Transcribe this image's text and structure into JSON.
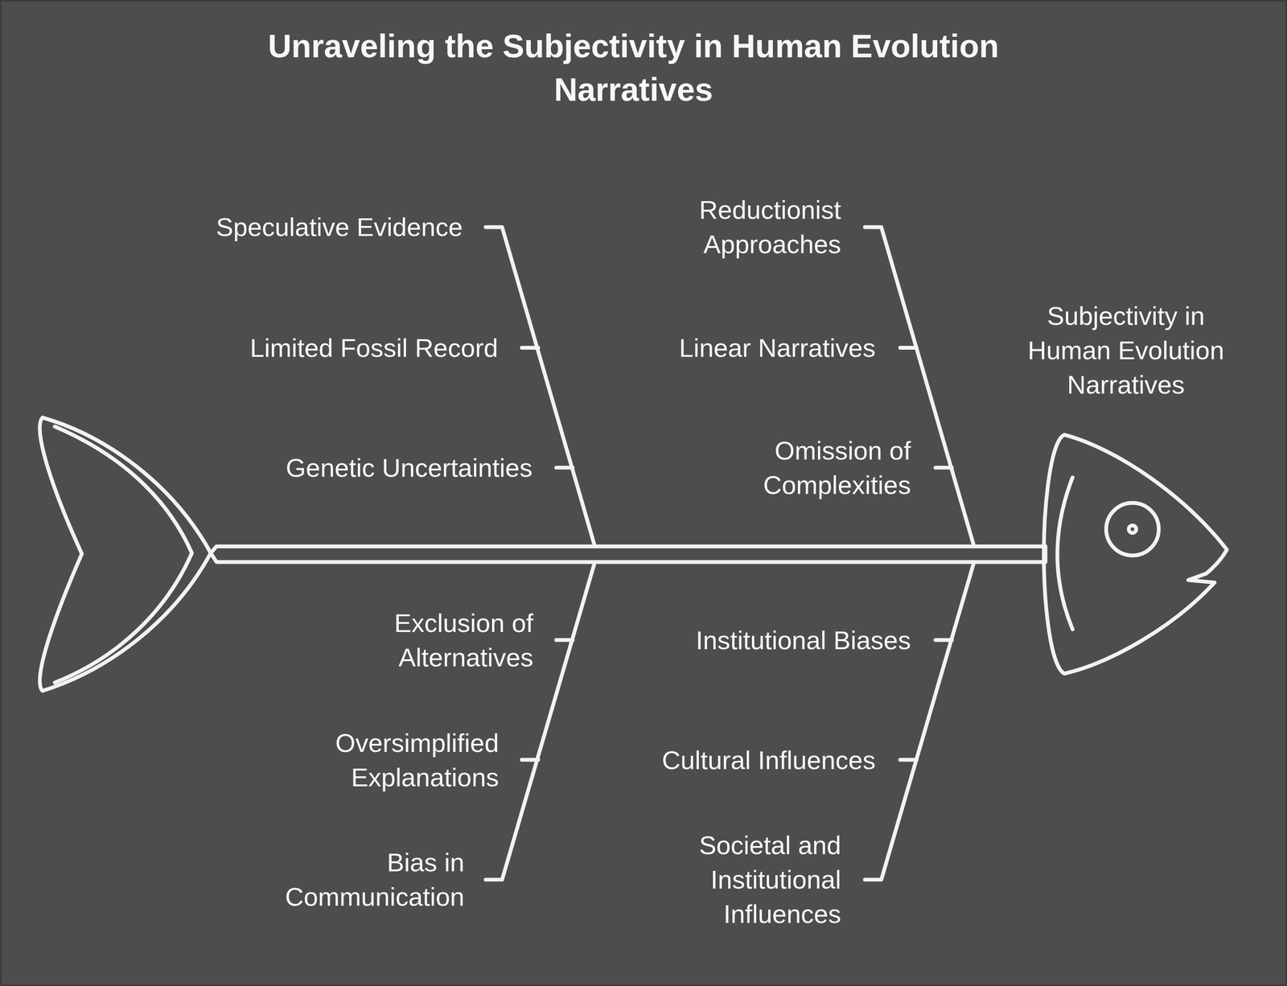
{
  "diagram": {
    "title": "Unraveling the Subjectivity in Human Evolution Narratives",
    "nodes": [
      {
        "text": [
          "Subjectivity in Human Evolution Narratives"
        ]
      }
    ],
    "labels": [
      "Speculative Evidence",
      "Limited Fossil Record",
      "Genetic Uncertainties",
      "Exclusion of Alternatives",
      "Oversimplified Explanations",
      "Bias in Communication",
      "Reductionist Approaches",
      "Linear Narratives",
      "Omission of Complexities",
      "Institutional Biases",
      "Cultural Influences",
      "Societal and Institutional Influences"
    ]
  }
}
